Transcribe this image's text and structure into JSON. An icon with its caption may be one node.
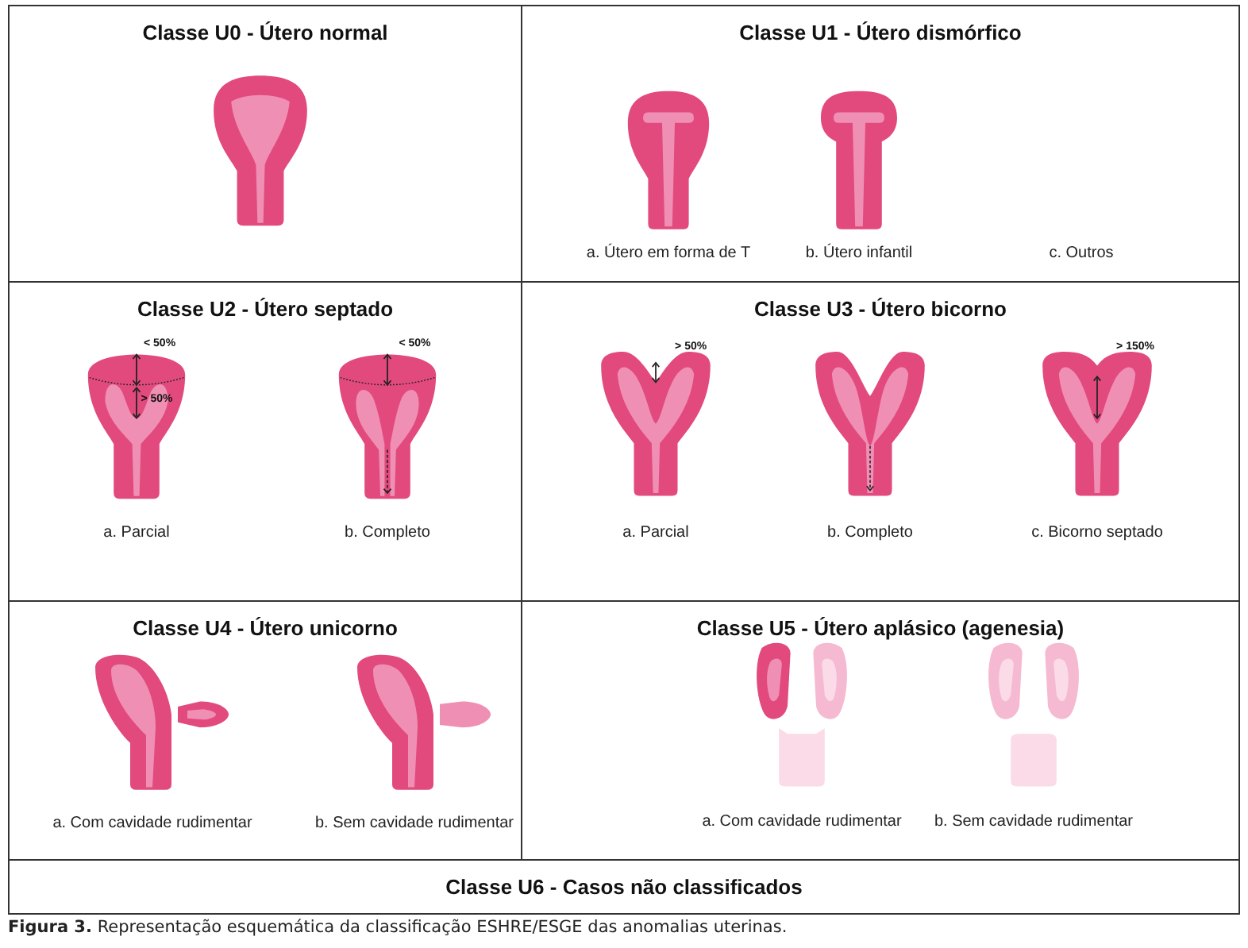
{
  "diagram": {
    "caption": "**Figura 3.** Representação esquemática da classificação ESHRE/ESGE das anomalias uterinas.",
    "nodes": [
      {
        "text": [
          "Classe U0 - Útero normal"
        ]
      },
      {
        "text": [],
        "shape": "picture",
        "in": 0
      },
      {
        "text": [
          "Classe U1 - Útero dismórfico"
        ]
      },
      {
        "text": [
          "a. Útero em forma de T"
        ],
        "in": 2
      },
      {
        "text": [
          "b. Útero infantil"
        ],
        "in": 2
      },
      {
        "text": [
          "c. Outros"
        ],
        "in": 2
      },
      {
        "text": [
          "Classe U2 - Útero septado"
        ]
      },
      {
        "text": [
          "a. Parcial"
        ],
        "in": 6
      },
      {
        "text": [
          "b. Completo"
        ],
        "in": 6
      },
      {
        "text": [
          "Classe U3 - Útero bicorno"
        ]
      },
      {
        "text": [
          "a. Parcial"
        ],
        "in": 9
      },
      {
        "text": [
          "b.  Completo"
        ],
        "in": 9
      },
      {
        "text": [
          "c.  Bicorno septado"
        ],
        "in": 9
      },
      {
        "text": [
          "Classe U4 - Útero unicorno"
        ]
      },
      {
        "text": [
          "a. Com cavidade rudimentar"
        ],
        "in": 13
      },
      {
        "text": [
          "b. Sem cavidade rudimentar"
        ],
        "in": 13
      },
      {
        "text": [
          "Classe U5 - Útero aplásico (agenesia)"
        ]
      },
      {
        "text": [
          "a. Com cavidade rudimentar"
        ],
        "in": 16
      },
      {
        "text": [
          "b. Sem cavidade rudimentar"
        ],
        "in": 16
      },
      {
        "text": [
          "Classe U6 - Casos não classificados"
        ]
      }
    ],
    "labels": [
      "< 50%",
      "> 50%",
      "< 50%",
      "> 50%",
      "> 150%"
    ]
  }
}
